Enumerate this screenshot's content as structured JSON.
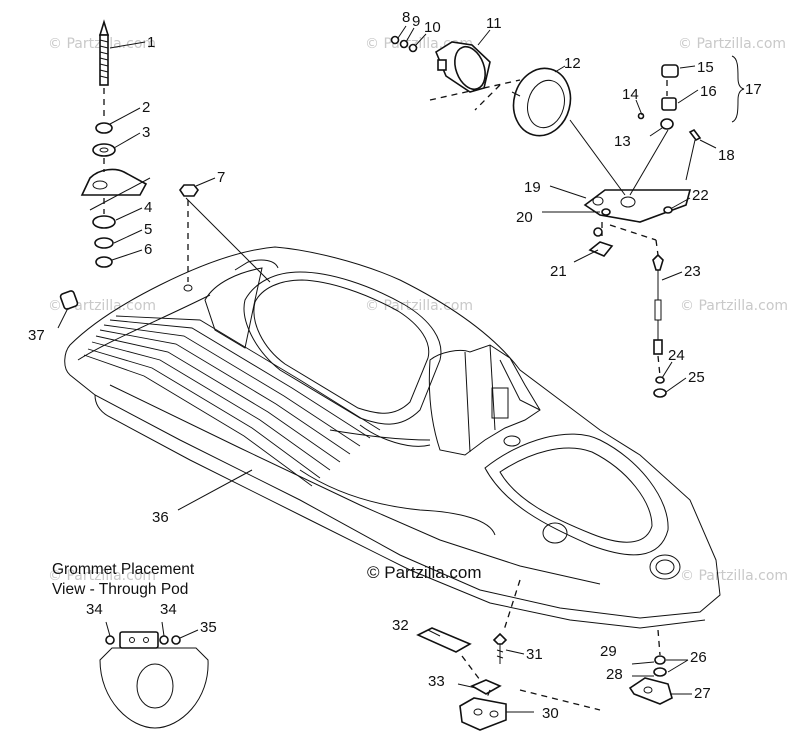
{
  "watermarks": {
    "corner": "© Partzilla.com",
    "main": "© Partzilla.com"
  },
  "grommet_caption": {
    "line1": "Grommet Placement",
    "line2": "View - Through Pod"
  },
  "callouts": {
    "c1": "1",
    "c2": "2",
    "c3": "3",
    "c4": "4",
    "c5": "5",
    "c6": "6",
    "c7": "7",
    "c8": "8",
    "c9": "9",
    "c10": "10",
    "c11": "11",
    "c12": "12",
    "c13": "13",
    "c14": "14",
    "c15": "15",
    "c16": "16",
    "c17": "17",
    "c18": "18",
    "c19": "19",
    "c20": "20",
    "c21": "21",
    "c22": "22",
    "c23": "23",
    "c24": "24",
    "c25": "25",
    "c26": "26",
    "c27": "27",
    "c28": "28",
    "c29": "29",
    "c30": "30",
    "c31": "31",
    "c32": "32",
    "c33": "33",
    "c34a": "34",
    "c34b": "34",
    "c35": "35",
    "c36": "36",
    "c37": "37"
  },
  "colors": {
    "line": "#111111",
    "watermark": "#c9c9c9",
    "background": "#ffffff"
  }
}
